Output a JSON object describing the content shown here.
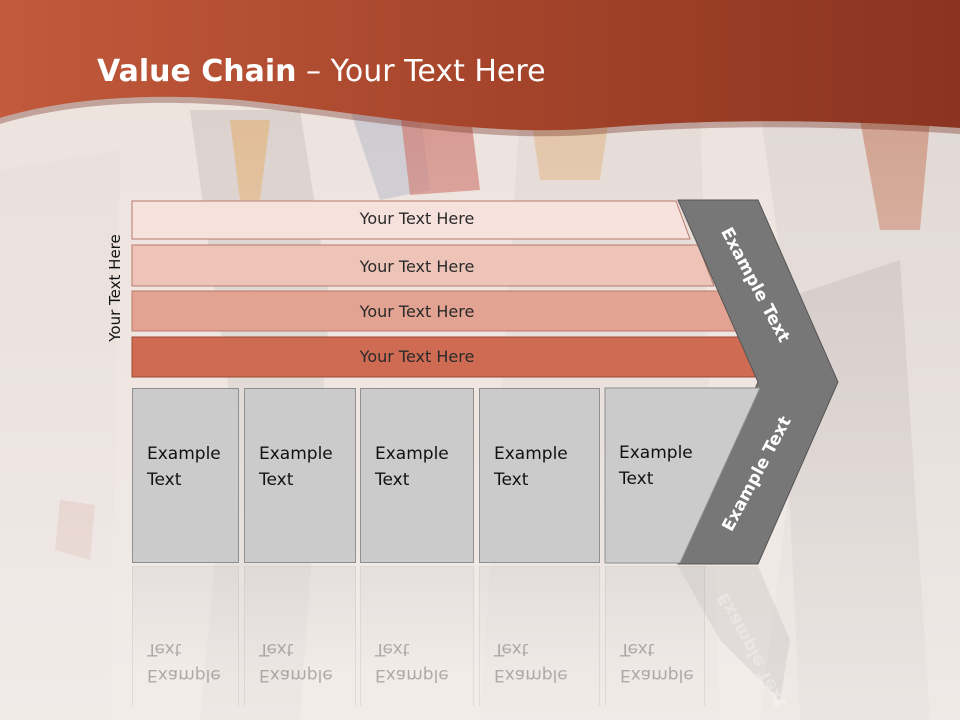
{
  "title": {
    "bold": "Value Chain",
    "rest": " – Your Text Here"
  },
  "side_label": "Your Text Here",
  "rows": [
    {
      "label": "Your Text Here",
      "color": "#f6e1dc"
    },
    {
      "label": "Your Text Here",
      "color": "#eec4b9"
    },
    {
      "label": "Your Text Here",
      "color": "#e3a392"
    },
    {
      "label": "Your Text Here",
      "color": "#cf6b52"
    }
  ],
  "boxes": [
    {
      "line1": "Example",
      "line2": "Text"
    },
    {
      "line1": "Example",
      "line2": "Text"
    },
    {
      "line1": "Example",
      "line2": "Text"
    },
    {
      "line1": "Example",
      "line2": "Text"
    },
    {
      "line1": "Example",
      "line2": "Text"
    }
  ],
  "chevron": {
    "upper": "Example Text",
    "lower": "Example Text",
    "color": "#777777"
  },
  "colors": {
    "banner": "#a2432a",
    "banner_dark": "#7a2f1e"
  }
}
